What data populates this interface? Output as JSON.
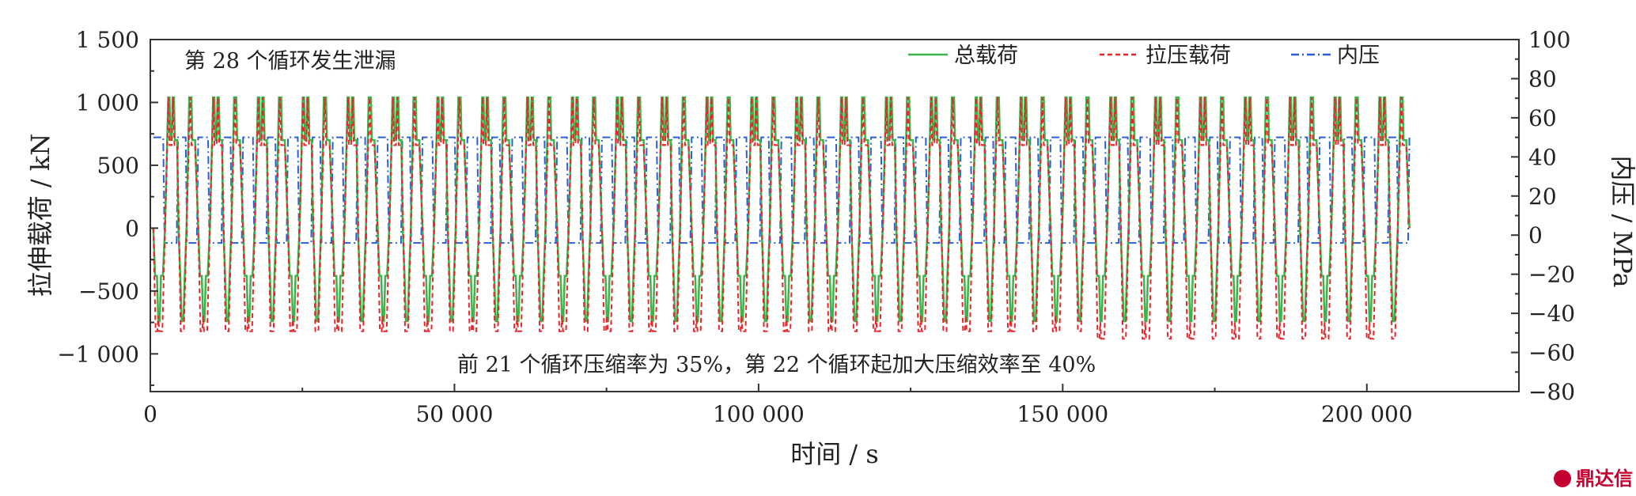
{
  "chart_data": {
    "type": "line",
    "xlabel": "时间 / s",
    "ylabel_left": "拉伸载荷 / kN",
    "ylabel_right": "内压 / MPa",
    "xlim": [
      0,
      225000
    ],
    "ylim_left": [
      -1300,
      1500
    ],
    "ylim_right": [
      -80,
      100
    ],
    "xticks": [
      0,
      50000,
      100000,
      150000,
      200000
    ],
    "xtick_labels": [
      "0",
      "50 000",
      "100 000",
      "150 000",
      "200 000"
    ],
    "yticks_left": [
      1500,
      1000,
      500,
      0,
      -500,
      -1000
    ],
    "ytick_labels_left": [
      "1 500",
      "1 000",
      "500",
      "0",
      "−500",
      "−1 000"
    ],
    "yticks_right": [
      100,
      80,
      60,
      40,
      20,
      0,
      -20,
      -40,
      -60,
      -80
    ],
    "ytick_labels_right": [
      "100",
      "80",
      "60",
      "40",
      "20",
      "0",
      "−20",
      "−40",
      "−60",
      "−80"
    ],
    "grid": false,
    "legend_position": "top",
    "annotations": [
      "第 28 个循环发生泄漏",
      "前 21 个循环压缩率为 35%，第 22 个循环起加大压缩效率至 40%"
    ],
    "cycle": {
      "count": 28,
      "start_s": 500,
      "end_s": 207000,
      "period_s": 7375,
      "leak_cycle": 28,
      "compression_rate_change_cycle": 22
    },
    "series": [
      {
        "name": "总载荷",
        "axis": "left",
        "color": "#3cb44b",
        "style": "solid",
        "levels_kN": {
          "peak_max": 1040,
          "peak_mid": 700,
          "trough_step": -380,
          "trough_min": -740
        }
      },
      {
        "name": "拉压载荷",
        "axis": "left",
        "color": "#e6262b",
        "style": "dashed",
        "levels_kN": {
          "peak_max": 1040,
          "peak_mid": 660,
          "trough_min_cycles_1_21": -820,
          "trough_min_cycles_22_28": -880
        }
      },
      {
        "name": "内压",
        "axis": "right",
        "color": "#2b5fd9",
        "style": "dashdot",
        "levels_MPa": {
          "high": 50,
          "low": -4
        }
      }
    ]
  },
  "branding": {
    "logo_text": "鼎达信"
  }
}
